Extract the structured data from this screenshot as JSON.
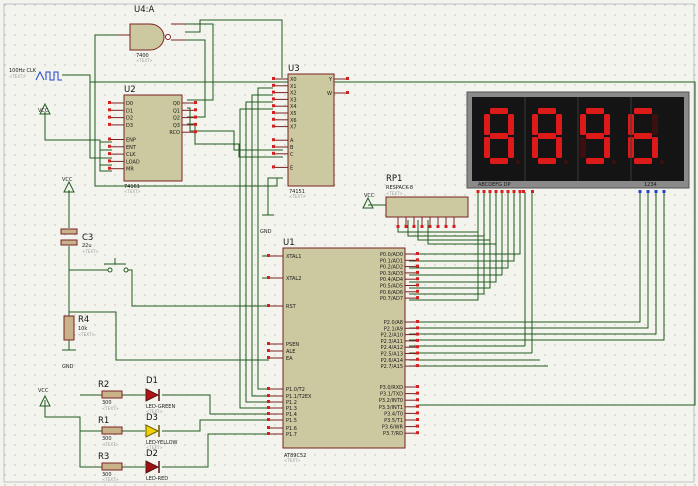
{
  "components": {
    "u4": {
      "ref": "U4:A",
      "part": "7400",
      "tag": "<TEXT>"
    },
    "u2": {
      "ref": "U2",
      "part": "74161",
      "tag": "<TEXT>",
      "pins_left": [
        "D0",
        "D1",
        "D2",
        "D3",
        "",
        "ENP",
        "ENT",
        "CLK",
        "LOAD",
        "MR"
      ],
      "pins_right": [
        "Q0",
        "Q1",
        "Q2",
        "Q3",
        "RCO"
      ]
    },
    "u3": {
      "ref": "U3",
      "part": "74151",
      "tag": "<TEXT>",
      "pins_left": [
        "X0",
        "X1",
        "X2",
        "X3",
        "X4",
        "X5",
        "X6",
        "X7",
        "",
        "A",
        "B",
        "C",
        "",
        "E"
      ],
      "pins_right": [
        "Y",
        "W"
      ]
    },
    "u1": {
      "ref": "U1",
      "part": "AT89C52",
      "tag": "<TEXT>",
      "pins_left": [
        "XTAL1",
        "XTAL2",
        "RST",
        "PSEN",
        "ALE",
        "EA",
        "P1.0/T2",
        "P1.1/T2EX",
        "P1.2",
        "P1.3",
        "P1.4",
        "P1.5",
        "P1.6",
        "P1.7"
      ],
      "pins_right": [
        "P0.0/AD0",
        "P0.1/AD1",
        "P0.2/AD2",
        "P0.3/AD3",
        "P0.4/AD4",
        "P0.5/AD5",
        "P0.6/AD6",
        "P0.7/AD7",
        "P2.0/A8",
        "P2.1/A9",
        "P2.2/A10",
        "P2.3/A11",
        "P2.4/A12",
        "P2.5/A13",
        "P2.6/A14",
        "P2.7/A15",
        "P3.0/RXD",
        "P3.1/TXD",
        "P3.2/INT0",
        "P3.3/INT1",
        "P3.4/T0",
        "P3.5/T1",
        "P3.6/WR",
        "P3.7/RD"
      ]
    },
    "rp1": {
      "ref": "RP1",
      "part": "RESPACK-8",
      "tag": "<TEXT>"
    },
    "display": {
      "digits": [
        "8",
        "8",
        "9",
        "6"
      ],
      "seg_label": "ABCDEFG  DP",
      "digit_label": "1234"
    },
    "c3": {
      "ref": "C3",
      "value": "22u",
      "tag": "<TEXT>"
    },
    "r4": {
      "ref": "R4",
      "value": "10k",
      "tag": "<TEXT>"
    },
    "r1": {
      "ref": "R1",
      "value": "300",
      "tag": "<TEXT>"
    },
    "r2": {
      "ref": "R2",
      "value": "300",
      "tag": "<TEXT>"
    },
    "r3": {
      "ref": "R3",
      "value": "300",
      "tag": "<TEXT>"
    },
    "d1": {
      "ref": "D1",
      "part": "LED-GREEN",
      "tag": "<TEXT>"
    },
    "d2": {
      "ref": "D2",
      "part": "LED-RED",
      "tag": "<TEXT>"
    },
    "d3": {
      "ref": "D3",
      "part": "LED-YELLOW",
      "tag": "<TEXT>"
    },
    "clock": {
      "label": "100Hz CLK",
      "tag": "<TEXT>"
    },
    "power": {
      "vcc": "VCC",
      "gnd": "GND"
    }
  },
  "colors": {
    "background": "#f4f4ee",
    "chip": "#ccc89f",
    "chip_border": "#7a2222",
    "wire": "#1f5a1f",
    "display_bg": "#141414",
    "segment_on": "#dd1a1a",
    "pin_red": "#d42020",
    "pin_blue": "#2244cc",
    "led_green": "#b01414",
    "led_yellow": "#f0d200",
    "led_red": "#a01010"
  }
}
